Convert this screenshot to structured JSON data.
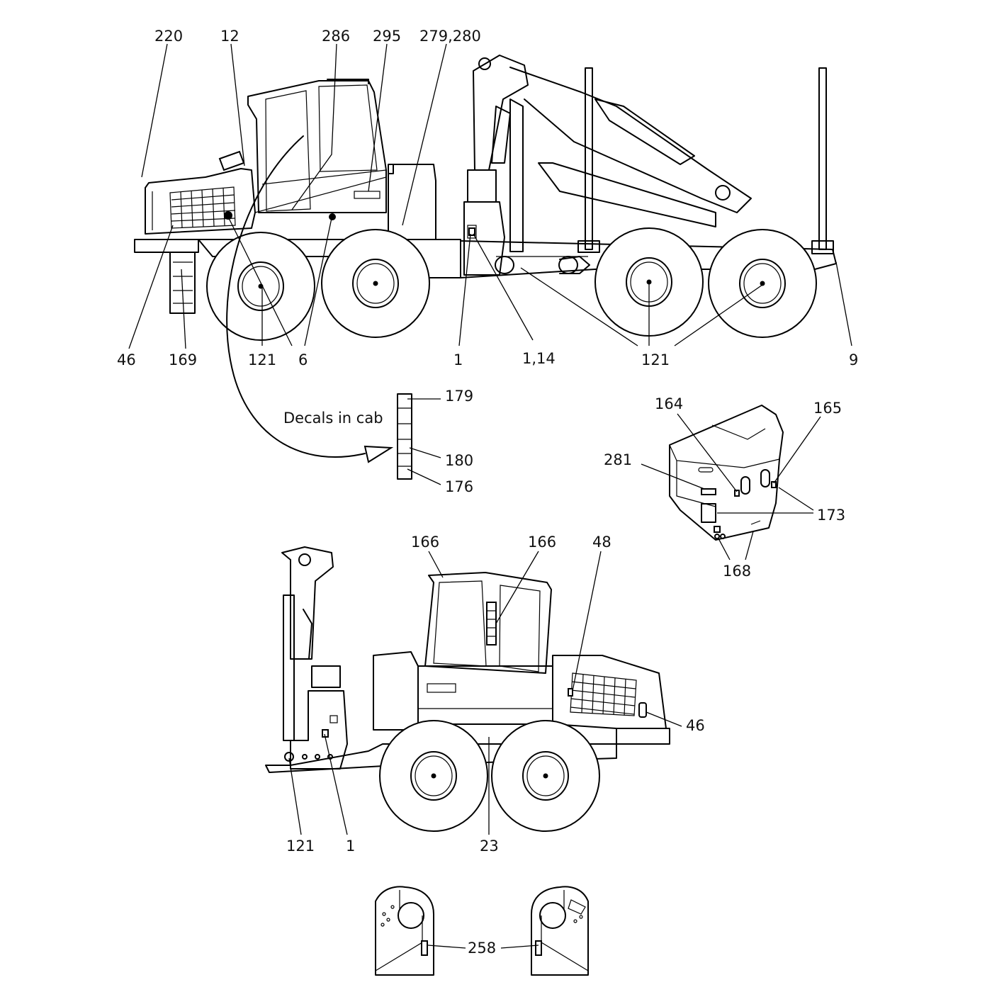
{
  "labels": {
    "top": {
      "l220": "220",
      "l12": "12",
      "l286": "286",
      "l295": "295",
      "l279_280": "279,280",
      "l46": "46",
      "l169": "169",
      "l121a": "121",
      "l6": "6",
      "l1": "1",
      "l1_14": "1,14",
      "l121b": "121",
      "l9": "9"
    },
    "cab": {
      "caption": "Decals in cab",
      "l179": "179",
      "l180": "180",
      "l176": "176"
    },
    "engine_hood": {
      "l164": "164",
      "l165": "165",
      "l281": "281",
      "l173": "173",
      "l168": "168"
    },
    "bottom": {
      "l166a": "166",
      "l166b": "166",
      "l48": "48",
      "l46": "46",
      "l121": "121",
      "l1": "1",
      "l23": "23"
    },
    "brackets": {
      "l258": "258"
    }
  }
}
